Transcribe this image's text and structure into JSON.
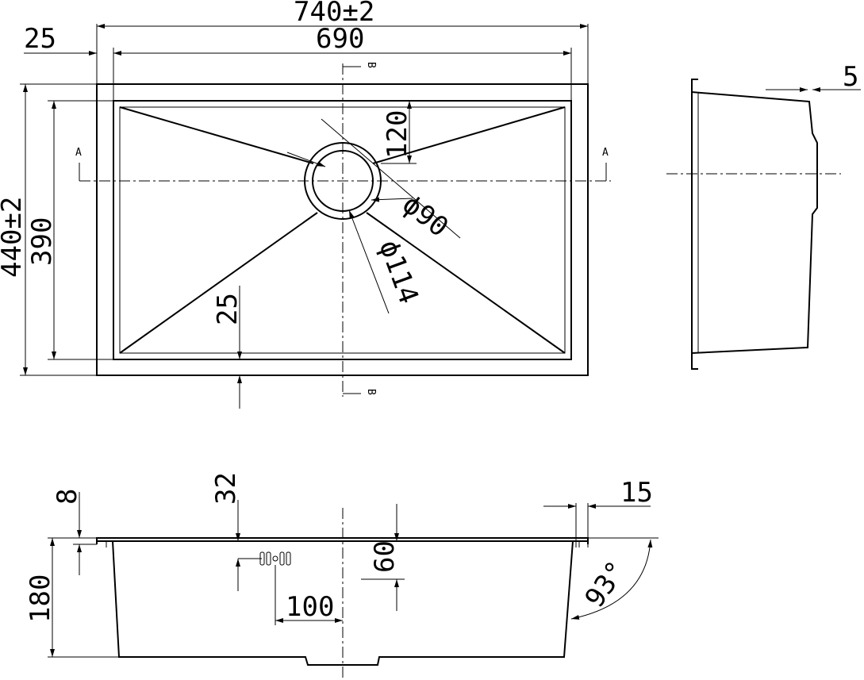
{
  "dimensions": {
    "overall_width": "740±2",
    "inner_width": "690",
    "left_offset": "25",
    "overall_depth": "440±2",
    "inner_depth": "390",
    "drain_offset": "120",
    "drain_inner_dia": "ϕ90",
    "drain_outer_dia": "ϕ114",
    "bottom_offset": "25",
    "side_lip": "5",
    "flange_thickness": "8",
    "lip_height": "32",
    "bowl_height": "180",
    "overflow_height": "60",
    "overflow_spacing": "100",
    "rim_width": "15",
    "wall_angle": "93°"
  },
  "section_labels": {
    "a_left": "A",
    "a_right": "A",
    "b_top": "B",
    "b_bottom": "B"
  },
  "colors": {
    "line": "#000000",
    "background": "#ffffff"
  }
}
